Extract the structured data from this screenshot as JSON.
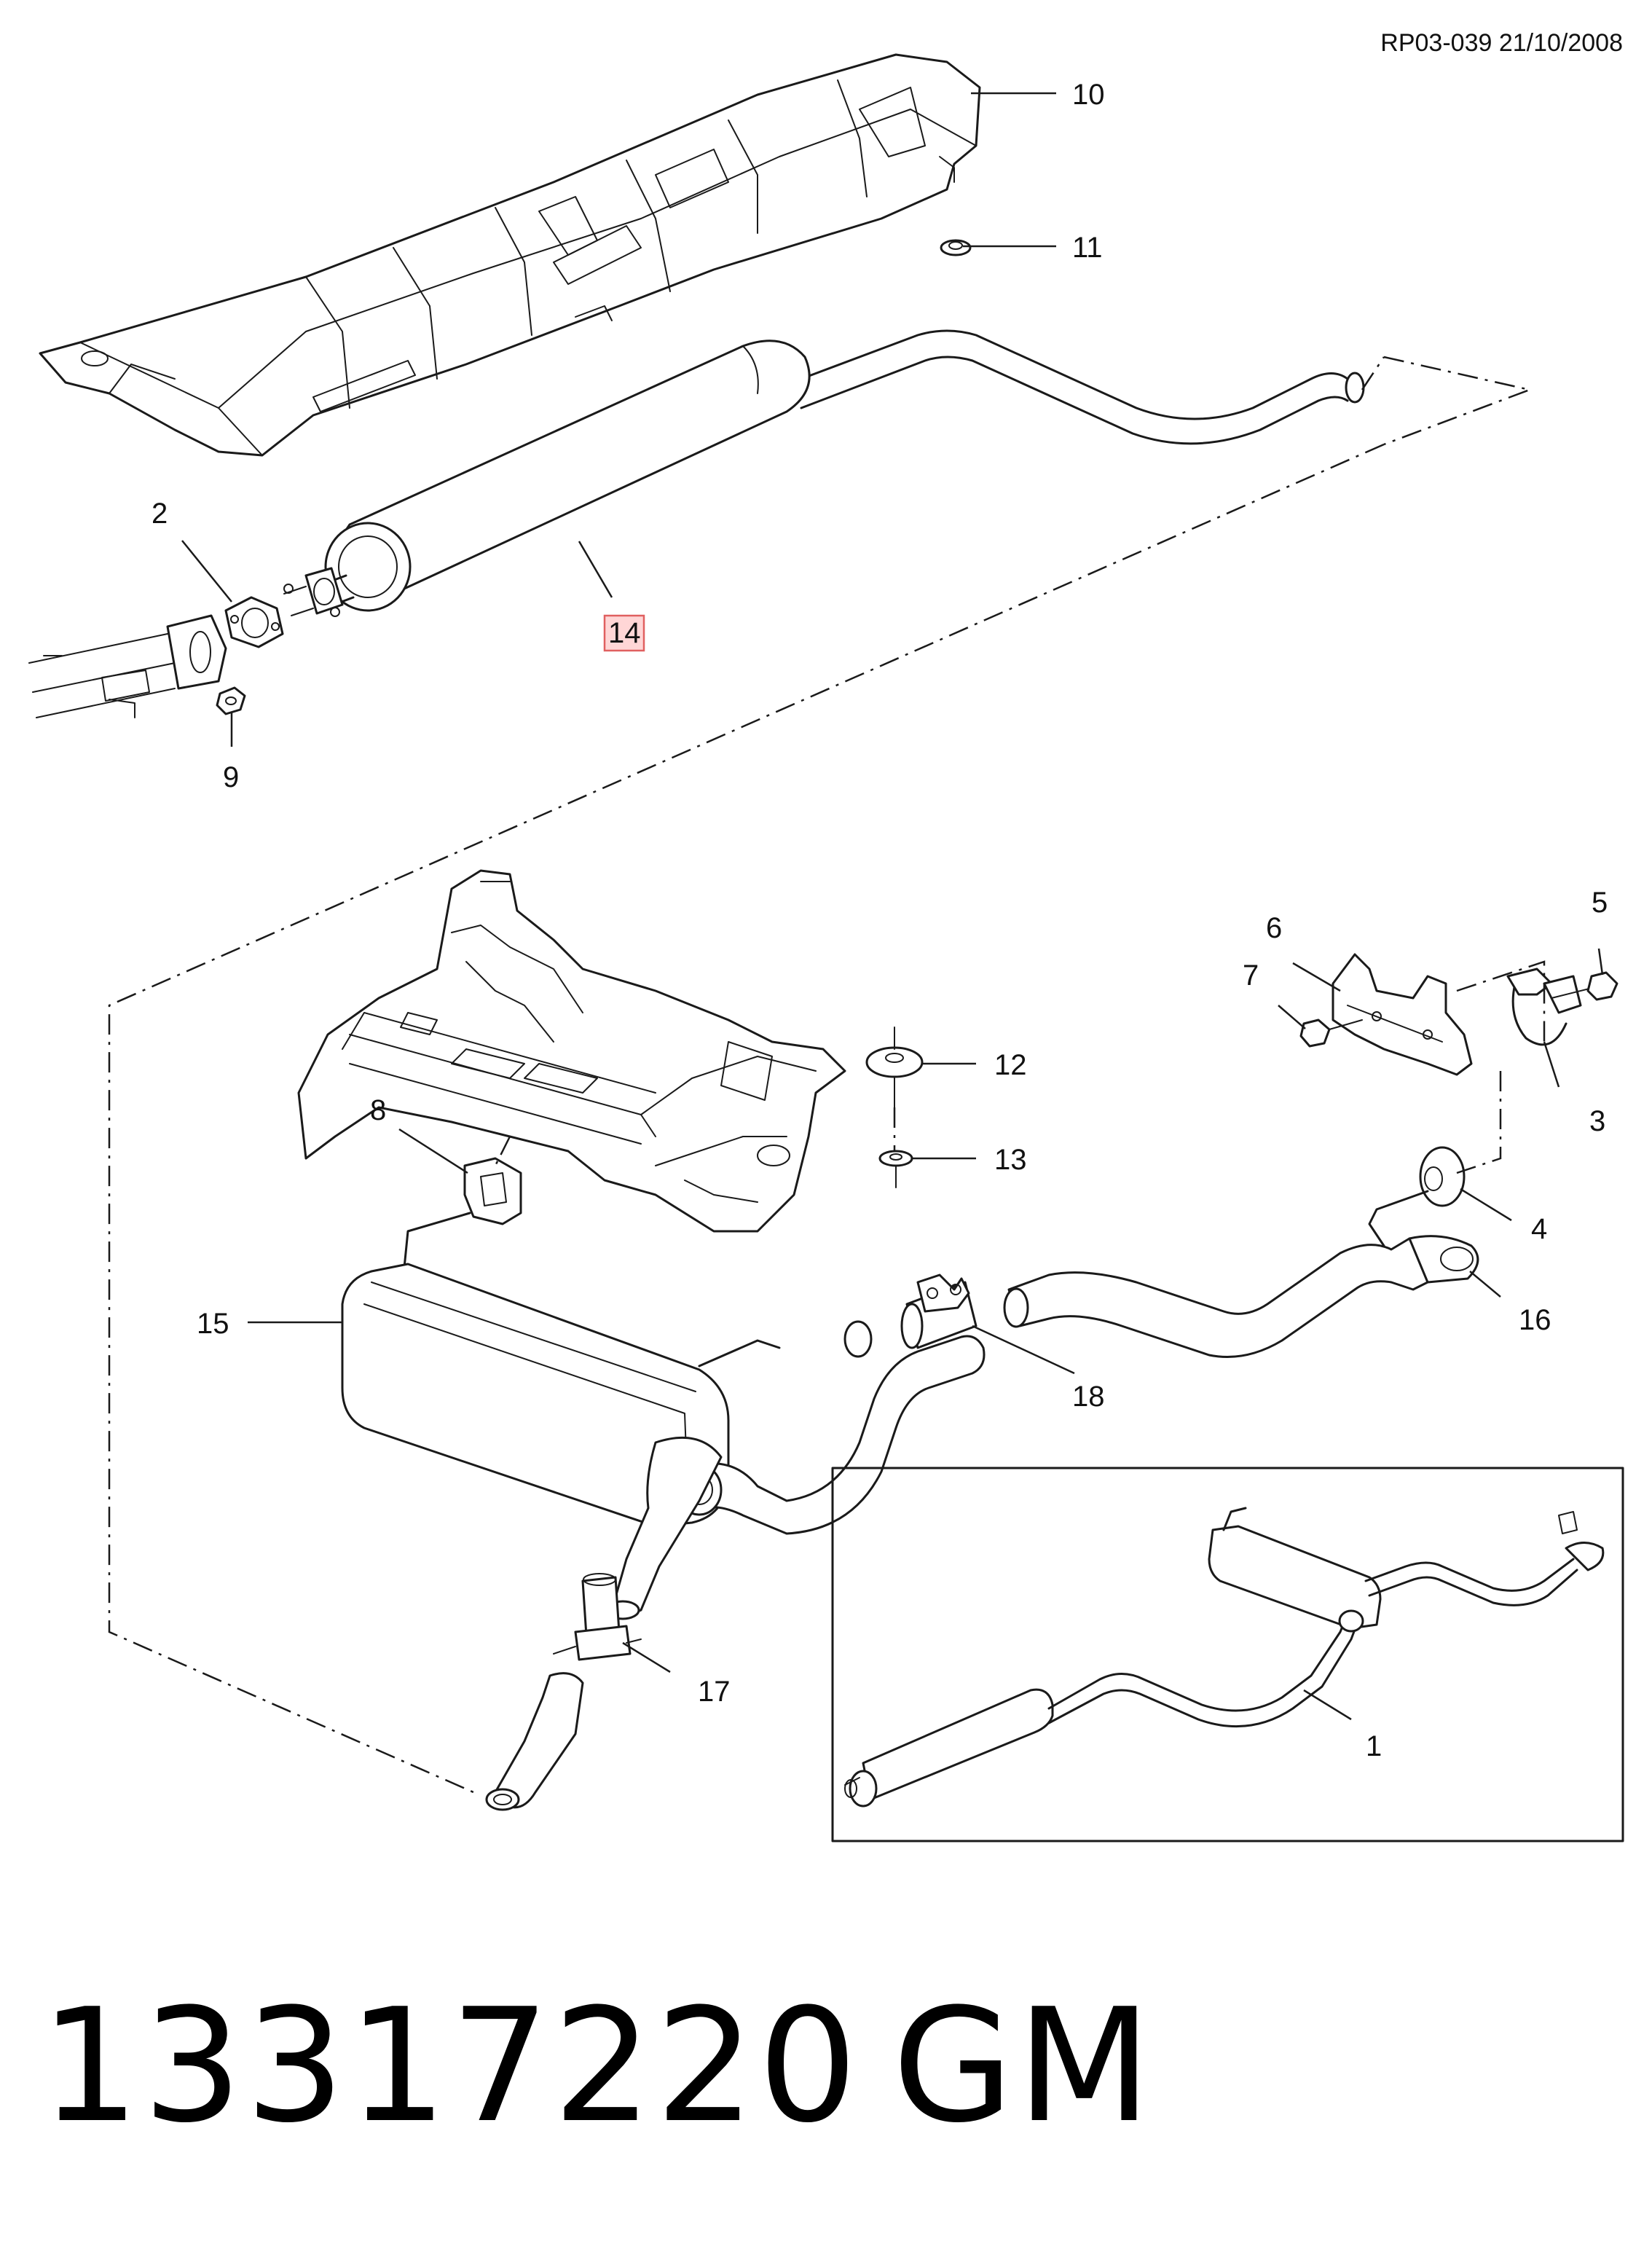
{
  "document_ref": "RP03-039 21/10/2008",
  "callouts": {
    "c1": "1",
    "c2": "2",
    "c3": "3",
    "c4": "4",
    "c5": "5",
    "c6": "6",
    "c7": "7",
    "c8": "8",
    "c9": "9",
    "c10": "10",
    "c11": "11",
    "c12": "12",
    "c13": "13",
    "c14": "14",
    "c15": "15",
    "c16": "16",
    "c17": "17",
    "c18": "18"
  },
  "highlighted_callout": "14",
  "highlight_color": "#ffd6d6",
  "highlight_border_color": "#e06060",
  "part_number": "13317220",
  "manufacturer": "GM"
}
